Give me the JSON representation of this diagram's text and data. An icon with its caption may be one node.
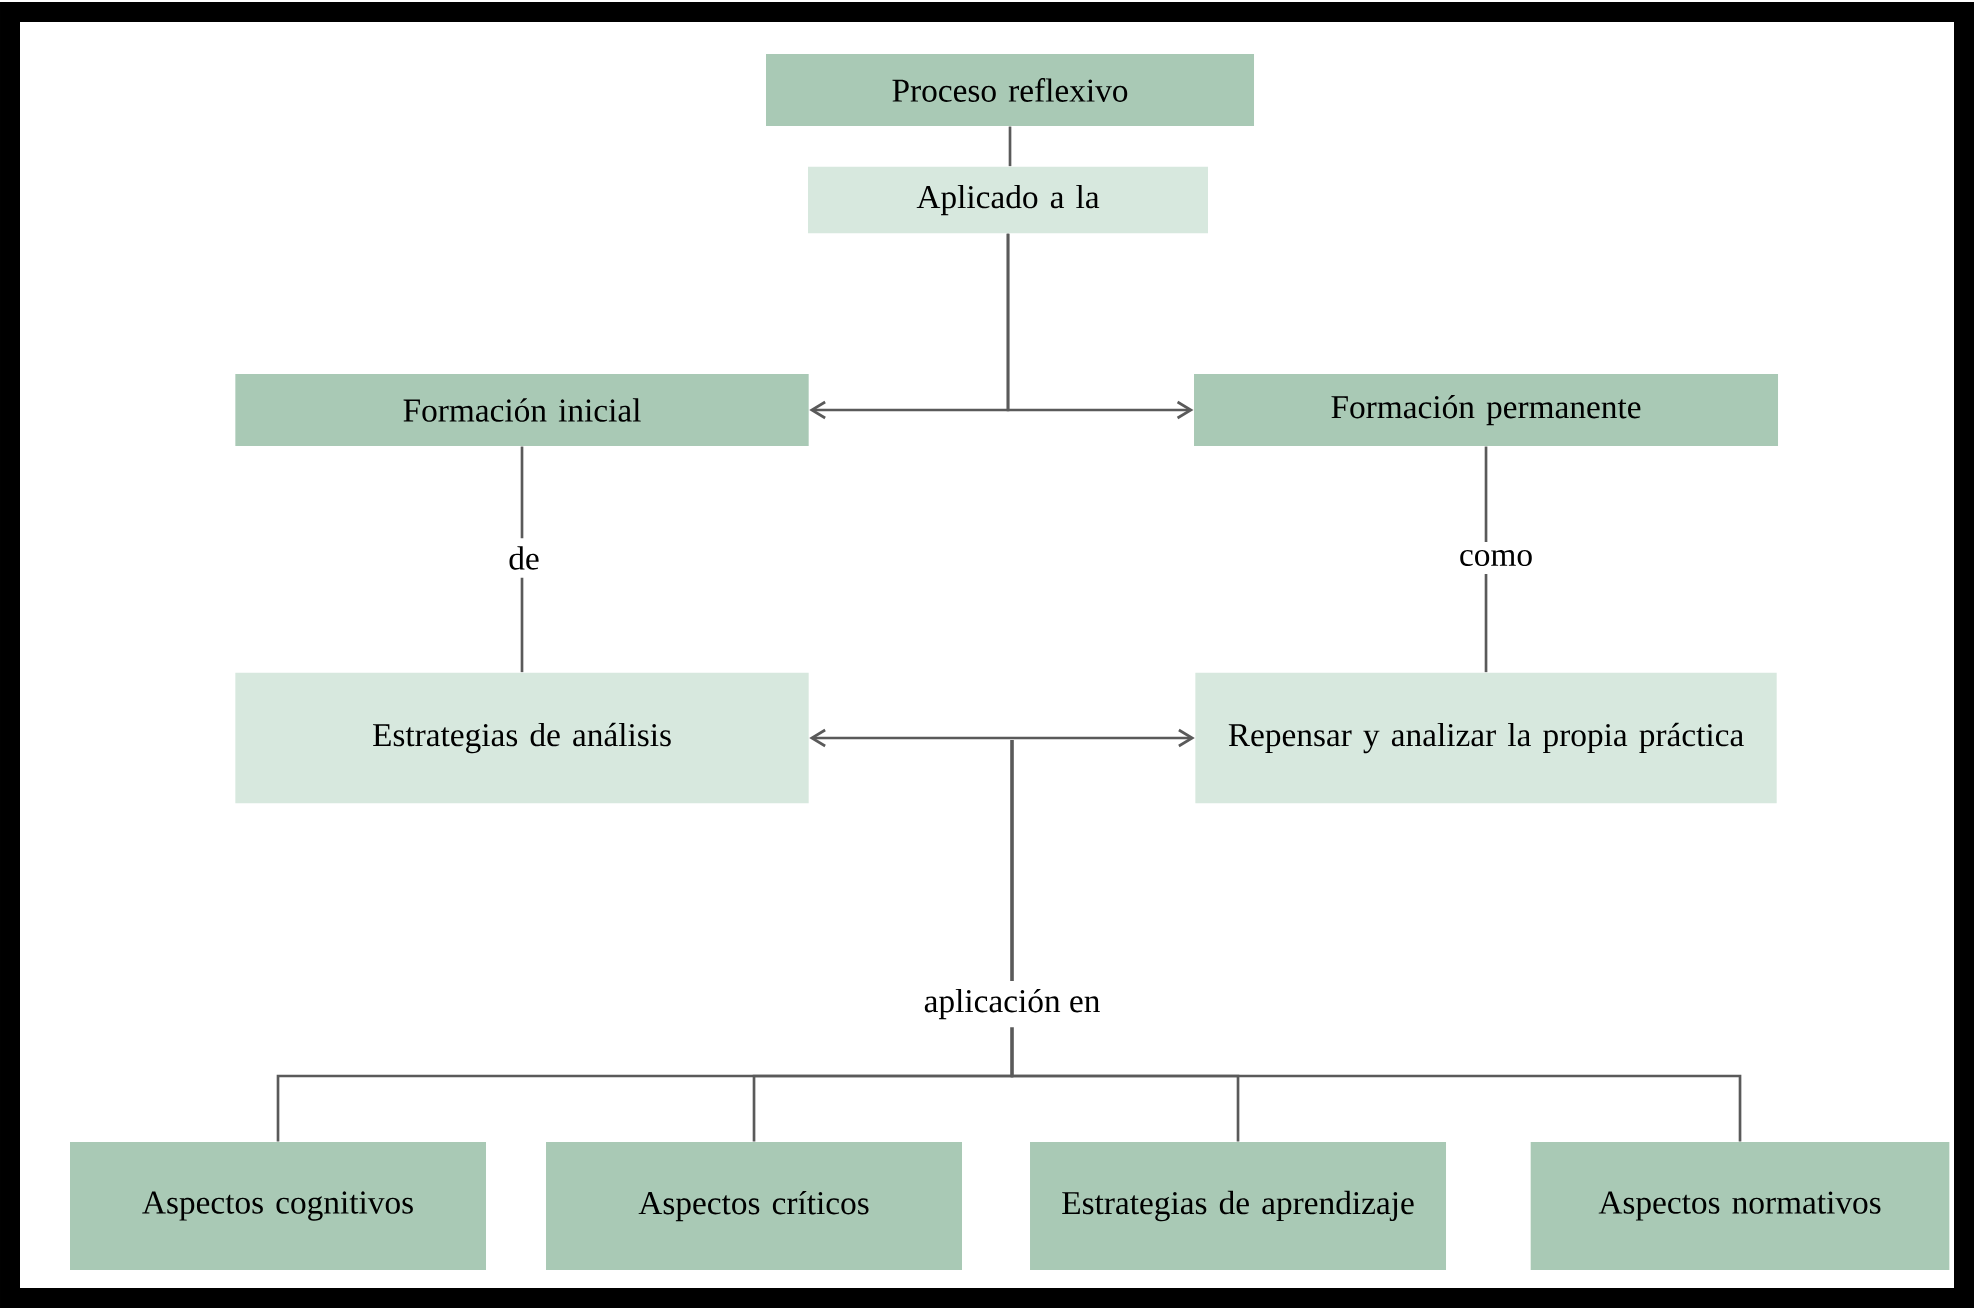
{
  "diagram": {
    "nodes": [
      {
        "text": [
          "Proceso reflexivo"
        ]
      },
      {
        "text": [
          "Aplicado a la"
        ]
      },
      {
        "text": [
          "Formación inicial"
        ]
      },
      {
        "text": [
          "Formación permanente"
        ]
      },
      {
        "text": [
          "Estrategias de análisis"
        ]
      },
      {
        "text": [
          "Repensar y analizar la propia práctica"
        ]
      },
      {
        "text": [
          "Aspectos cognitivos"
        ]
      },
      {
        "text": [
          "Aspectos críticos"
        ]
      },
      {
        "text": [
          "Estrategias de aprendizaje"
        ]
      },
      {
        "text": [
          "Aspectos normativos"
        ]
      }
    ],
    "edges": [
      {
        "from": 0,
        "to": 1,
        "arrow": "none"
      },
      {
        "from": 1,
        "to": 2,
        "arrow": "to"
      },
      {
        "from": 1,
        "to": 3,
        "arrow": "to"
      },
      {
        "from": 2,
        "to": 4,
        "arrow": "none",
        "label": "de"
      },
      {
        "from": 3,
        "to": 5,
        "arrow": "none",
        "label": "como"
      },
      {
        "from": 4,
        "to": 5,
        "arrow": "both"
      },
      {
        "from": null,
        "to": 6,
        "arrow": "none",
        "label": "aplicación en"
      },
      {
        "from": null,
        "to": 7,
        "arrow": "none"
      },
      {
        "from": null,
        "to": 8,
        "arrow": "none"
      },
      {
        "from": null,
        "to": 9,
        "arrow": "none"
      }
    ]
  }
}
